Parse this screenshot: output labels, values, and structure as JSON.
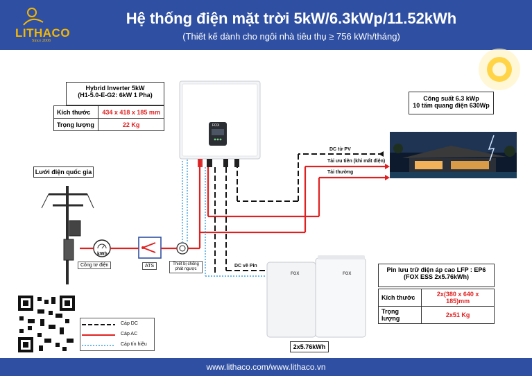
{
  "header": {
    "title": "Hệ thống điện mặt trời 5kW/6.3kWp/11.52kWh",
    "subtitle": "(Thiết kế dành cho ngôi nhà tiêu thụ ≥ 756 kWh/tháng)"
  },
  "logo": {
    "name": "LITHACO",
    "since": "Since 2008"
  },
  "inverter": {
    "title": "Hybrid Inverter 5kW",
    "model": "(H1-5.0-E-G2: 6kW 1 Pha)",
    "size_label": "Kích thước",
    "size_value": "434 x 418 x 185 mm",
    "weight_label": "Trọng lượng",
    "weight_value": "22 Kg"
  },
  "pv": {
    "power": "Công suất 6.3 kWp",
    "panels": "10 tấm quang điện 630Wp"
  },
  "grid": {
    "label": "Lưới điện quốc gia"
  },
  "components": {
    "meter": "Công tơ điện",
    "meter_unit": "kWh",
    "ats": "ATS",
    "anti_backflow": "Thiết bị chống phát ngược",
    "inverter_brand": "FOX"
  },
  "lines": {
    "dc_from_pv": "DC từ PV",
    "priority_load": "Tải ưu tiên (khi mất điện)",
    "normal_load": "Tải thường",
    "dc_to_battery": "DC về Pin"
  },
  "battery": {
    "title": "Pin lưu trữ điện áp cao LFP : EP6",
    "model": "(FOX ESS 2x5.76kWh)",
    "size_label": "Kích thước",
    "size_value": "2x(380 x 640 x 185)mm",
    "weight_label": "Trọng lượng",
    "weight_value": "2x51 Kg",
    "capacity": "2x5.76kWh",
    "brand": "FOX"
  },
  "legend": {
    "dc": "Cáp DC",
    "ac": "Cáp AC",
    "signal": "Cáp tín hiệu"
  },
  "footer": {
    "url": "www.lithaco.com/www.lithaco.vn"
  },
  "colors": {
    "header_bg": "#2f4fa2",
    "ac_cable": "#e02020",
    "dc_cable": "#111111",
    "signal_cable": "#3aa0e0",
    "logo_gold": "#f5b800"
  }
}
